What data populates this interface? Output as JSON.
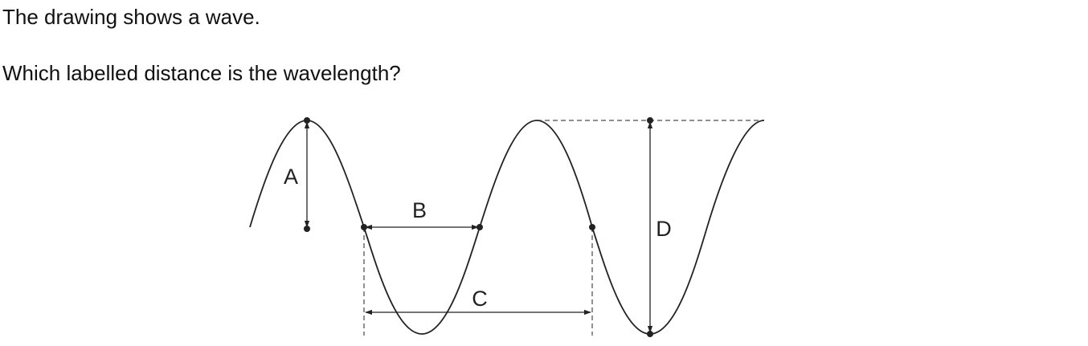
{
  "question": {
    "statement": "The drawing shows a wave.",
    "prompt": "Which labelled distance is the wavelength?"
  },
  "diagram": {
    "labels": {
      "A": "A",
      "B": "B",
      "C": "C",
      "D": "D"
    },
    "colors": {
      "ink": "#222222"
    }
  }
}
